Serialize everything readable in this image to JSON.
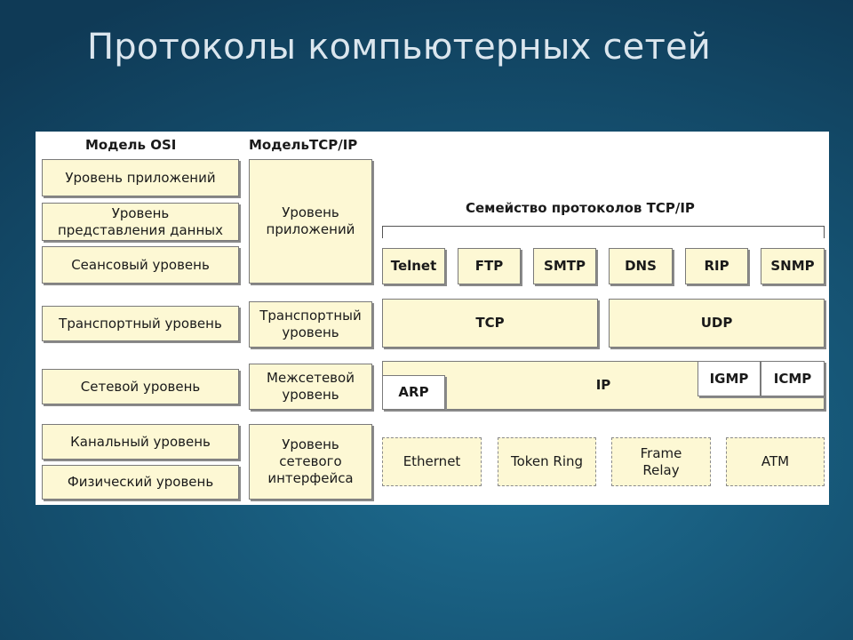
{
  "slide": {
    "title": "Протоколы компьютерных сетей"
  },
  "diagram": {
    "osi": {
      "header": "Модель OSI",
      "layers": [
        "Уровень приложений",
        "Уровень\nпредставления данных",
        "Сеансовый уровень",
        "Транспортный уровень",
        "Сетевой уровень",
        "Канальный уровень",
        "Физический уровень"
      ]
    },
    "tcpip": {
      "header": "МодельTCP/IP",
      "layers": [
        "Уровень\nприложений",
        "Транспортный\nуровень",
        "Межсетевой\nуровень",
        "Уровень\nсетевого\nинтерфейса"
      ]
    },
    "suite": {
      "header": "Семейство протоколов TCP/IP",
      "application": [
        "Telnet",
        "FTP",
        "SMTP",
        "DNS",
        "RIP",
        "SNMP"
      ],
      "transport": [
        "TCP",
        "UDP"
      ],
      "internet": {
        "ip": "IP",
        "arp": "ARP",
        "igmp": "IGMP",
        "icmp": "ICMP"
      },
      "network": [
        "Ethernet",
        "Token Ring",
        "Frame\nRelay",
        "ATM"
      ]
    }
  }
}
